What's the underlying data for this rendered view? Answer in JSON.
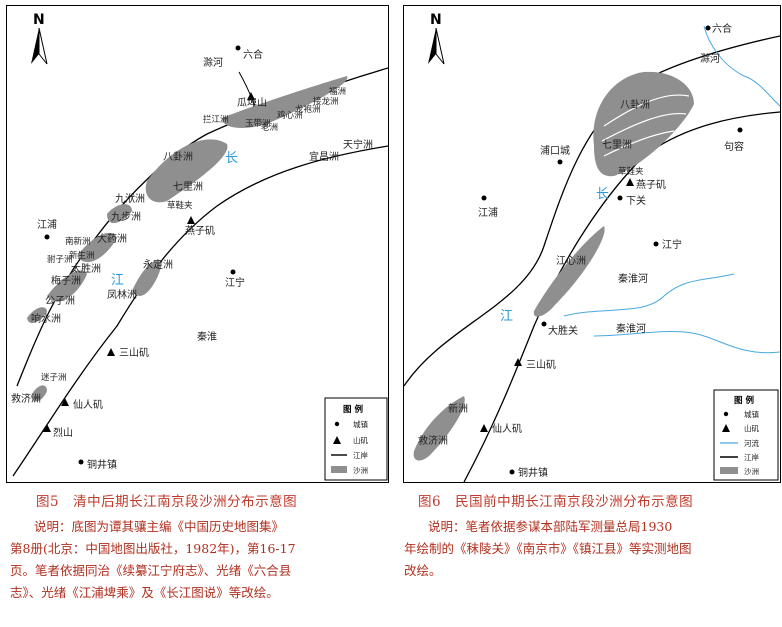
{
  "left_map": {
    "north": "N",
    "river_labels": [
      "长",
      "江"
    ],
    "places": [
      {
        "name": "六合"
      },
      {
        "name": "滁河"
      },
      {
        "name": "瓜埠山"
      },
      {
        "name": "拦江洲"
      },
      {
        "name": "玉带洲"
      },
      {
        "name": "老洲"
      },
      {
        "name": "鸡心洲"
      },
      {
        "name": "龙袍洲"
      },
      {
        "name": "接龙洲"
      },
      {
        "name": "福洲"
      },
      {
        "name": "天宁洲"
      },
      {
        "name": "宜昌洲"
      },
      {
        "name": "八卦洲"
      },
      {
        "name": "七里洲"
      },
      {
        "name": "草鞋夹"
      },
      {
        "name": "燕子矶"
      },
      {
        "name": "江浦"
      },
      {
        "name": "九洑洲"
      },
      {
        "name": "九步洲"
      },
      {
        "name": "大药洲"
      },
      {
        "name": "南新洲"
      },
      {
        "name": "新生洲"
      },
      {
        "name": "驸子洲"
      },
      {
        "name": "太胜洲"
      },
      {
        "name": "梅子洲"
      },
      {
        "name": "永定洲"
      },
      {
        "name": "凤林洲"
      },
      {
        "name": "公子洲"
      },
      {
        "name": "响水洲"
      },
      {
        "name": "江宁"
      },
      {
        "name": "秦淮"
      },
      {
        "name": "三山矶"
      },
      {
        "name": "救济洲"
      },
      {
        "name": "迷子洲"
      },
      {
        "name": "仙人矶"
      },
      {
        "name": "烈山"
      },
      {
        "name": "铜井镇"
      }
    ],
    "legend": {
      "title": "图 例",
      "items": [
        "城镇",
        "山矶",
        "江岸",
        "沙洲"
      ]
    }
  },
  "right_map": {
    "north": "N",
    "river_labels": [
      "长",
      "江"
    ],
    "places": [
      {
        "name": "六合"
      },
      {
        "name": "滁河"
      },
      {
        "name": "八卦洲"
      },
      {
        "name": "七里洲"
      },
      {
        "name": "草鞋夹"
      },
      {
        "name": "浦口城"
      },
      {
        "name": "句容"
      },
      {
        "name": "燕子矶"
      },
      {
        "name": "下关"
      },
      {
        "name": "江浦"
      },
      {
        "name": "江宁"
      },
      {
        "name": "江心洲"
      },
      {
        "name": "秦淮河"
      },
      {
        "name": "秦淮河"
      },
      {
        "name": "大胜关"
      },
      {
        "name": "三山矶"
      },
      {
        "name": "新洲"
      },
      {
        "name": "仙人矶"
      },
      {
        "name": "救济洲"
      },
      {
        "name": "铜井镇"
      }
    ],
    "legend": {
      "title": "图 例",
      "items": [
        "城镇",
        "山矶",
        "河流",
        "江岸",
        "沙洲"
      ]
    }
  },
  "captions": {
    "left": "图5　清中后期长江南京段沙洲分布示意图",
    "right": "图6　民国前中期长江南京段沙洲分布示意图"
  },
  "notes": {
    "left": [
      "说明：底图为谭其骧主编《中国历史地图集》",
      "第8册(北京：中国地图出版社，1982年)，第16-17",
      "页。笔者依据同治《续纂江宁府志》、光绪《六合县",
      "志》、光绪《江浦埤乘》及《长江图说》等改绘。"
    ],
    "right": [
      "说明：笔者依据参谋本部陆军测量总局1930",
      "年绘制的《秣陵关》《南京市》《镇江县》等实测地图",
      "改绘。"
    ]
  },
  "colors": {
    "sandbar": "#8f8f8f",
    "river": "#4aa8e0",
    "caption": "#c0392b"
  }
}
